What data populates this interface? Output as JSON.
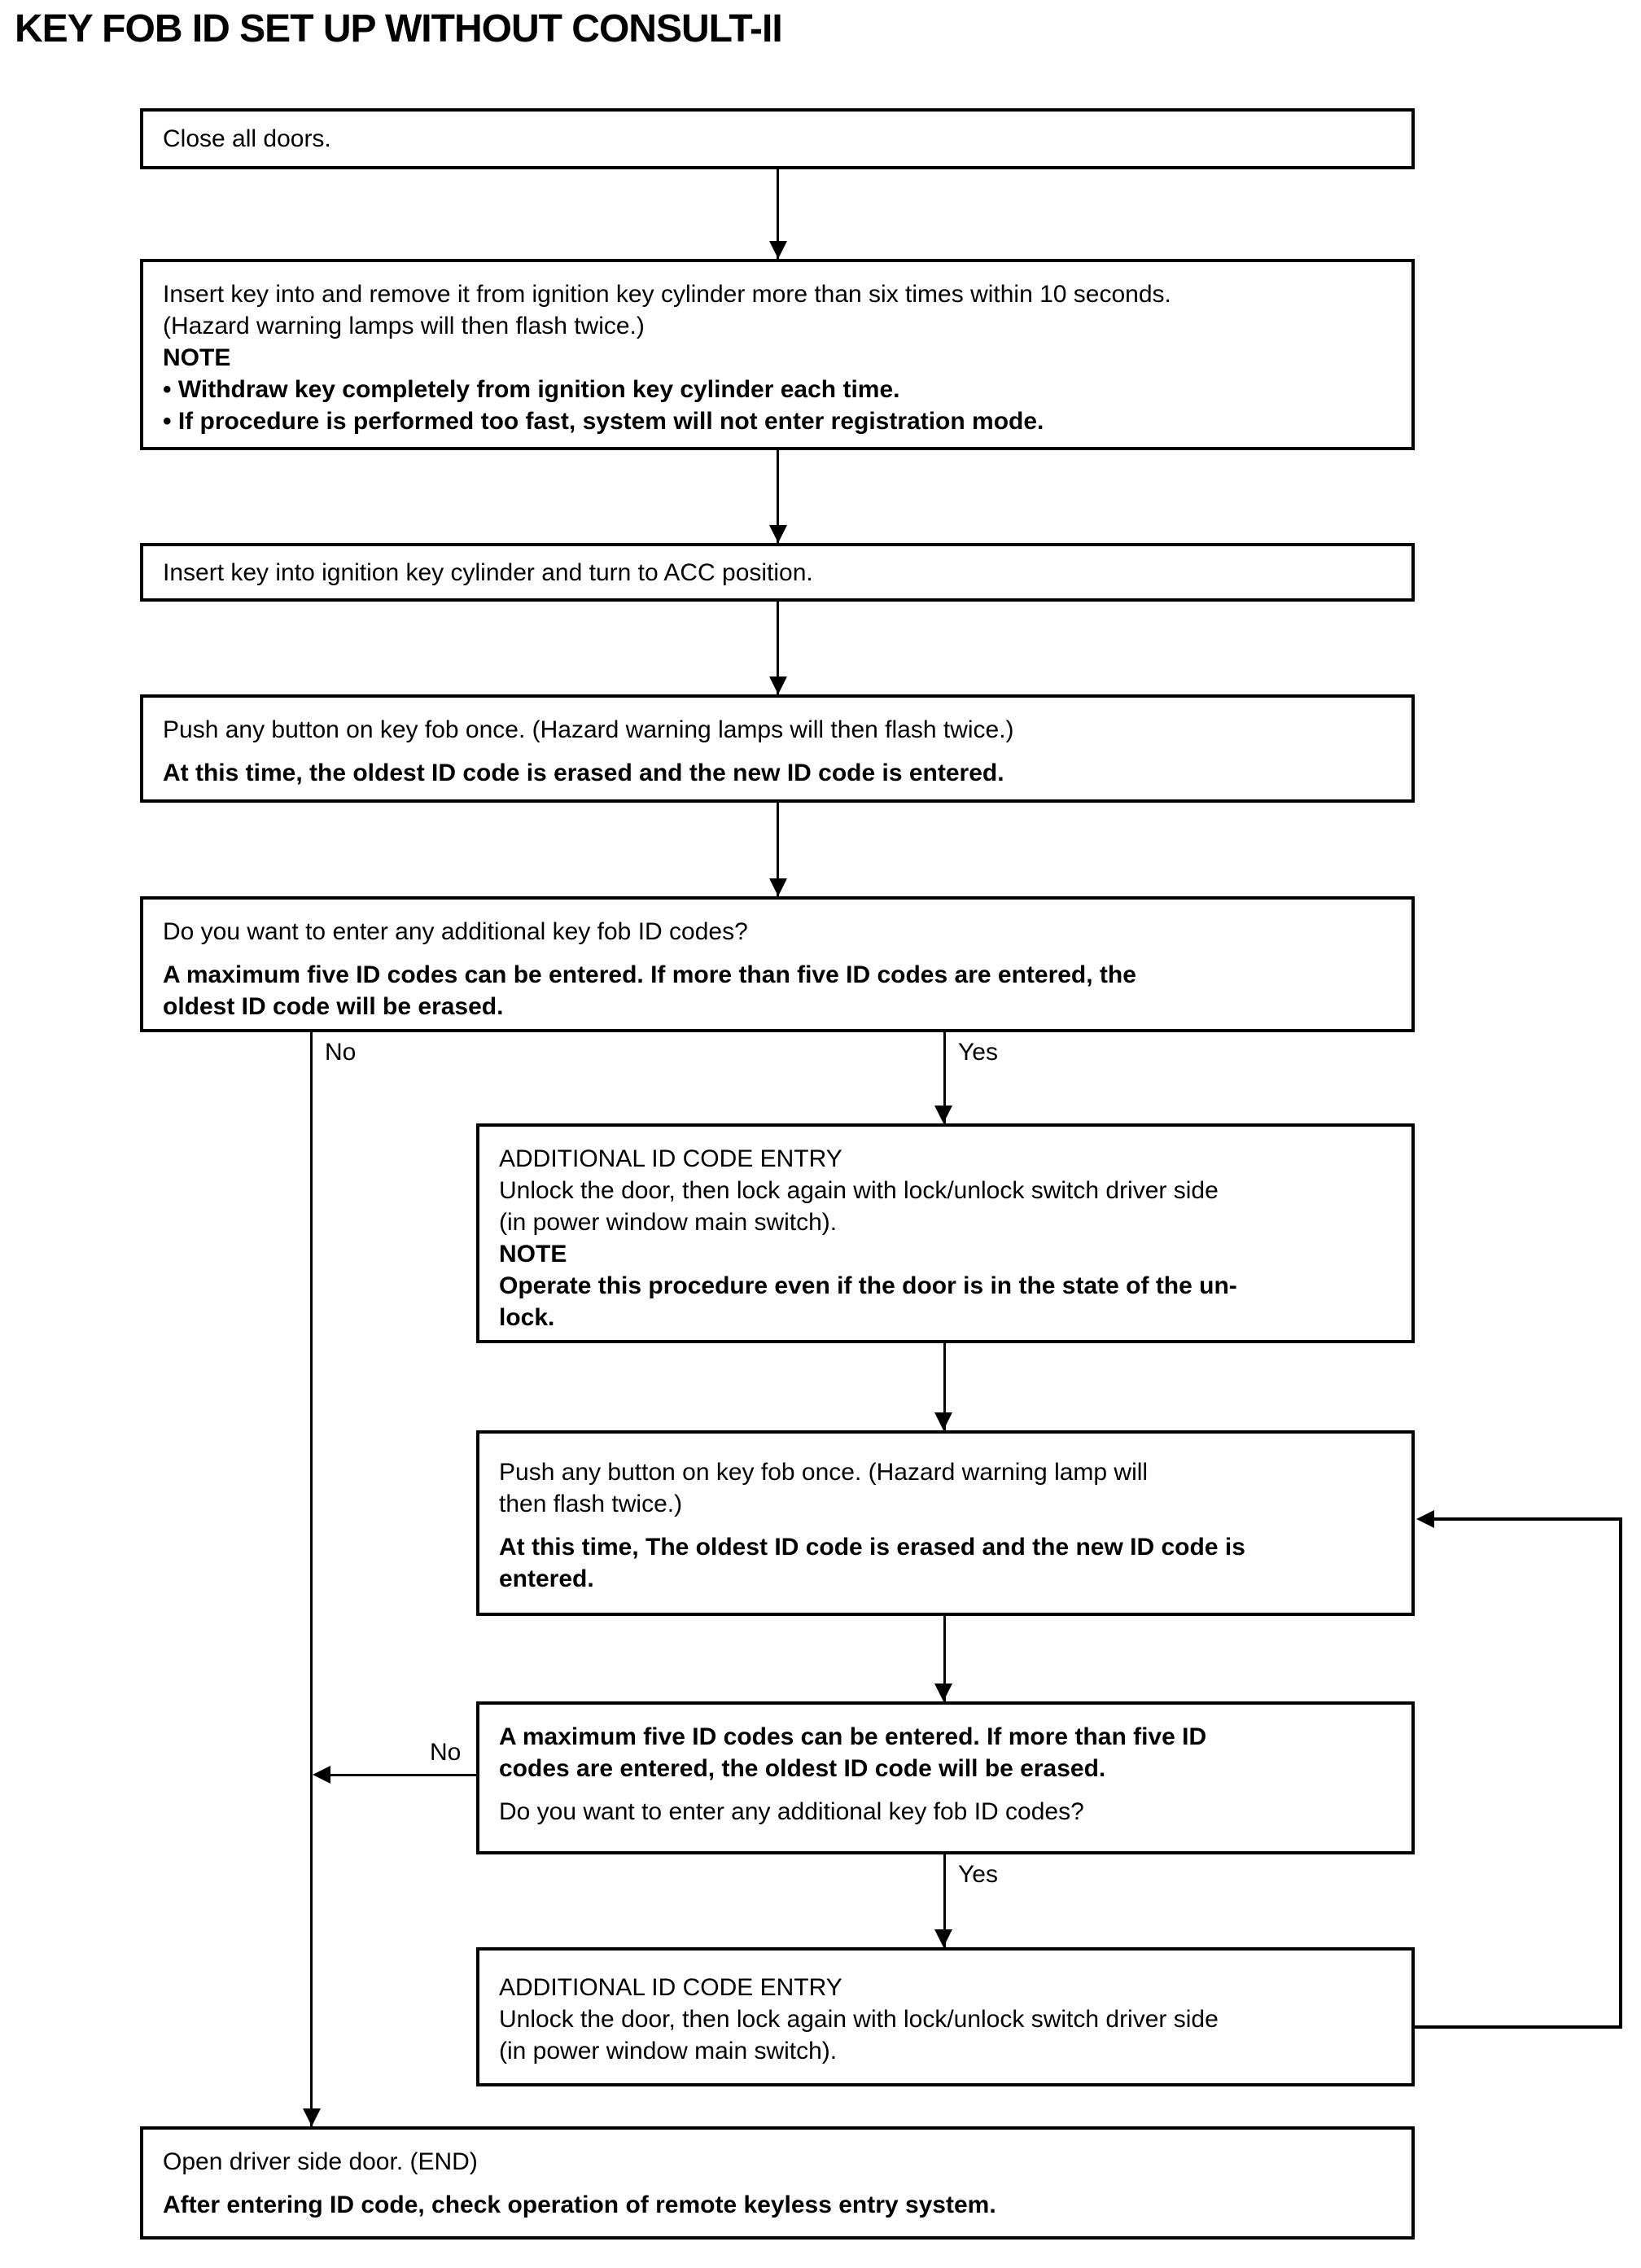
{
  "title": "KEY FOB ID SET UP WITHOUT CONSULT-II",
  "colors": {
    "line": "#000000",
    "background": "#ffffff",
    "text": "#000000"
  },
  "branch_labels": {
    "no_main": "No",
    "yes_main": "Yes",
    "no_loop": "No",
    "yes_loop": "Yes"
  },
  "boxes": {
    "close_doors": {
      "lines": [
        "Close all doors."
      ]
    },
    "insert_remove_key": {
      "lines": [
        "Insert key into and remove it from ignition key cylinder more than six times within 10 seconds.",
        "(Hazard warning lamps will then flash twice.)",
        "NOTE",
        "• Withdraw key completely from ignition key cylinder each time.",
        "• If procedure is performed too fast, system will not enter registration mode."
      ]
    },
    "turn_acc": {
      "lines": [
        "Insert key into ignition key cylinder and turn to ACC position."
      ]
    },
    "push_button_first": {
      "lines": [
        "Push any button on key fob once. (Hazard warning lamps will then flash twice.)",
        "At this time, the oldest ID code is erased and the new ID code is entered."
      ]
    },
    "additional_question": {
      "lines": [
        "Do you want to enter any additional key fob ID codes?",
        "A  maximum five ID codes can be entered. If more than five ID codes are entered, the",
        "oldest ID code will be erased."
      ]
    },
    "additional_entry_1": {
      "lines": [
        "ADDITIONAL ID CODE ENTRY",
        "Unlock the door, then lock again with lock/unlock switch driver side",
        "(in power window main switch).",
        "NOTE",
        "Operate this procedure even if the door is in the state of the un-",
        "lock."
      ]
    },
    "push_button_loop": {
      "lines": [
        "Push any button on key fob once. (Hazard warning lamp will",
        "then flash twice.)",
        "At this time, The oldest ID code is erased and the new ID code is",
        "entered."
      ]
    },
    "max_codes_question": {
      "lines": [
        "A  maximum five ID codes can be entered. If more than five ID",
        "codes are entered, the oldest ID code will be erased.",
        "Do you want to enter any additional key fob ID codes?"
      ]
    },
    "additional_entry_2": {
      "lines": [
        "ADDITIONAL ID CODE ENTRY",
        "Unlock the door, then lock again with lock/unlock switch driver side",
        "(in power window main switch)."
      ]
    },
    "open_door_end": {
      "lines": [
        "Open driver side door. (END)",
        "After entering ID code, check operation of remote keyless entry system."
      ]
    }
  }
}
